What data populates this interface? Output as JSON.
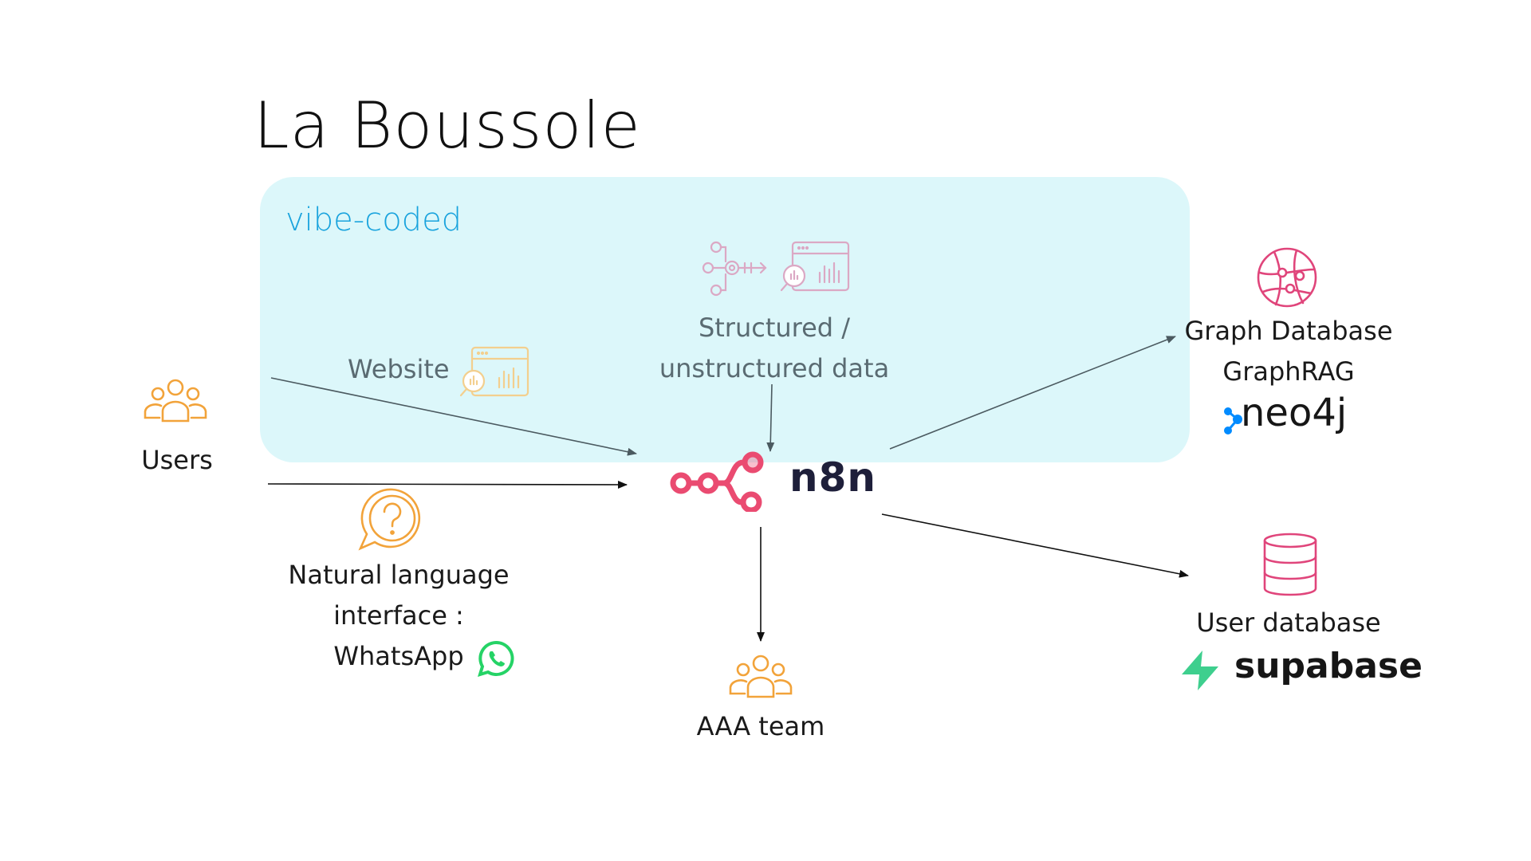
{
  "title": "La Boussole",
  "panel": {
    "label": "vibe-coded"
  },
  "nodes": {
    "users": {
      "label": "Users"
    },
    "website": {
      "label": "Website"
    },
    "structured": {
      "line1": "Structured /",
      "line2": "unstructured data"
    },
    "n8n": {
      "label": "n8n"
    },
    "whatsapp": {
      "line1": "Natural language",
      "line2": "interface :",
      "line3": "WhatsApp"
    },
    "aaa": {
      "label": "AAA team"
    },
    "graph": {
      "line1": "Graph Database",
      "line2": "GraphRAG",
      "brand": "neo4j"
    },
    "userdb": {
      "line1": "User database",
      "brand": "supabase"
    }
  },
  "colors": {
    "panel": "#dcf7fa",
    "panel_label": "#19a3dd",
    "orange": "#f2a33a",
    "pink": "#e0457b",
    "muted_pink": "#dba8c4",
    "muted_orange": "#f3cf8e",
    "n8n_red": "#ea4b71",
    "whatsapp_green": "#25d366",
    "supabase_green": "#3ecf8e",
    "neo4j_blue": "#018bff"
  },
  "icons": [
    "users-group-icon",
    "analytics-browser-icon",
    "workflow-gear-icon",
    "n8n-logo-icon",
    "chat-question-icon",
    "whatsapp-icon",
    "globe-network-icon",
    "database-icon",
    "neo4j-logo-icon",
    "supabase-logo-icon"
  ]
}
